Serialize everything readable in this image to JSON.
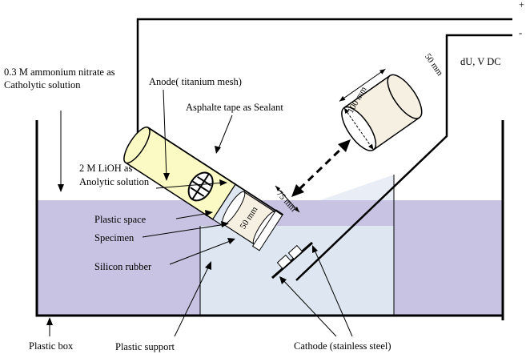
{
  "labels": {
    "catholyte_line1": "0.3 M ammonium nitrate as",
    "catholyte_line2": "Catholytic solution",
    "anode": "Anode( titanium mesh)",
    "asphalte": "Asphalte tape as Sealant",
    "anolyte_line1": "2 M LiOH as",
    "anolyte_line2": "Anolytic solution",
    "plastic_space": "Plastic space",
    "specimen": "Specimen",
    "silicon_rubber": "Silicon rubber",
    "plastic_box": "Plastic box",
    "plastic_support": "Plastic support",
    "cathode": "Cathode (stainless steel)",
    "power": "dU, V DC",
    "plus": "+",
    "minus": "-"
  },
  "dimensions": {
    "cyl_length": "100 mm",
    "cyl_diameter": "50 mm",
    "dim_75": "75 mm",
    "dim_50": "50 mm"
  },
  "colors": {
    "solution": "#c9c3e3",
    "support": "#dde6f1",
    "tube": "#fbfac4",
    "specimen": "#f5f0e2",
    "outline": "#000000"
  }
}
